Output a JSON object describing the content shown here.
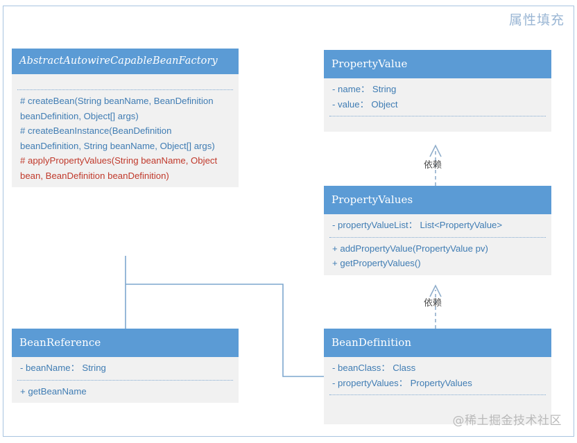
{
  "diagram": {
    "title": "属性填充",
    "watermark": "@稀土掘金技术社区",
    "accent_color": "#5b9bd5",
    "body_color": "#f1f1f1",
    "text_color": "#3f7cb3",
    "highlight_color": "#c0392b",
    "border_color": "#a8c4e0"
  },
  "classes": {
    "abstract_factory": {
      "name": "AbstractAutowireCapableBeanFactory",
      "attributes": [],
      "methods": [
        {
          "text": "# createBean(String beanName, BeanDefinition beanDefinition, Object[] args)",
          "highlight": false
        },
        {
          "text": "# createBeanInstance(BeanDefinition beanDefinition, String beanName, Object[] args)",
          "highlight": false
        },
        {
          "text": "# applyPropertyValues(String beanName, Object bean, BeanDefinition beanDefinition)",
          "highlight": true
        }
      ]
    },
    "property_value": {
      "name": "PropertyValue",
      "attributes": [
        {
          "text": "- name： String",
          "highlight": false
        },
        {
          "text": "- value： Object",
          "highlight": false
        }
      ],
      "methods": []
    },
    "property_values": {
      "name": "PropertyValues",
      "attributes": [
        {
          "text": "- propertyValueList： List<PropertyValue>",
          "highlight": false
        }
      ],
      "methods": [
        {
          "text": "+ addPropertyValue(PropertyValue pv)",
          "highlight": false
        },
        {
          "text": "+ getPropertyValues()",
          "highlight": false
        }
      ]
    },
    "bean_reference": {
      "name": "BeanReference",
      "attributes": [
        {
          "text": "- beanName： String",
          "highlight": false
        }
      ],
      "methods": [
        {
          "text": "+ getBeanName",
          "highlight": false
        }
      ]
    },
    "bean_definition": {
      "name": "BeanDefinition",
      "attributes": [
        {
          "text": "- beanClass： Class",
          "highlight": false
        },
        {
          "text": "- propertyValues： PropertyValues",
          "highlight": false
        }
      ],
      "methods": []
    }
  },
  "relations": {
    "property_values_to_property_value": {
      "label": "依赖",
      "kind": "dependency"
    },
    "bean_definition_to_property_values": {
      "label": "依赖",
      "kind": "dependency"
    },
    "factory_to_bean_reference": {
      "label": "",
      "kind": "association"
    },
    "factory_to_bean_definition": {
      "label": "",
      "kind": "association"
    }
  }
}
